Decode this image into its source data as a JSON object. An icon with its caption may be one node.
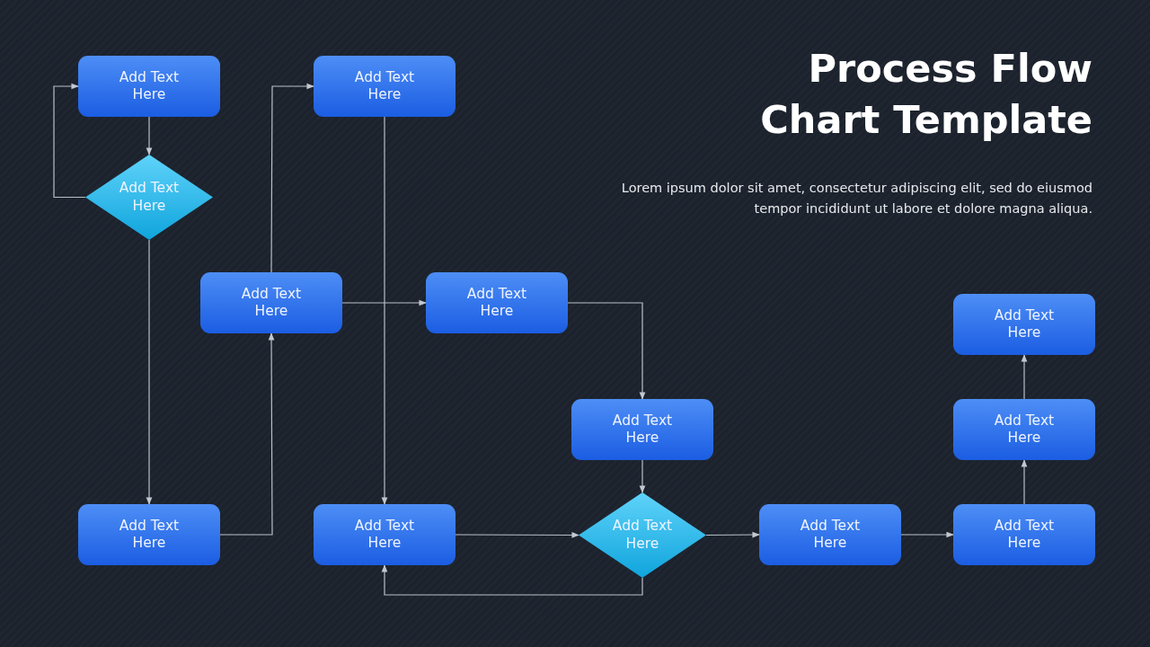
{
  "diagram": {
    "title": "Process Flow Chart Template",
    "nodes": [
      {
        "text": [
          "Add Text Here"
        ]
      },
      {
        "text": [
          "Add Text Here"
        ]
      },
      {
        "text": [
          "Add Text Here"
        ]
      },
      {
        "text": [
          "Add Text Here"
        ]
      },
      {
        "text": [
          "Add Text Here"
        ]
      },
      {
        "text": [
          "Add Text Here"
        ]
      },
      {
        "text": [
          "Add Text Here"
        ]
      },
      {
        "text": [
          "Add Text Here"
        ]
      },
      {
        "text": [
          "Add Text Here"
        ]
      },
      {
        "text": [
          "Add Text Here"
        ]
      },
      {
        "text": [
          "Add Text Here"
        ]
      },
      {
        "text": [
          "Add Text Here"
        ]
      },
      {
        "text": [
          "Add Text Here"
        ]
      }
    ],
    "edges": [
      {
        "from": 0,
        "to": 2,
        "arrow": "to"
      },
      {
        "from": 2,
        "to": 0,
        "arrow": "to"
      },
      {
        "from": 2,
        "to": 8,
        "arrow": "to"
      },
      {
        "from": 8,
        "to": 3,
        "arrow": "to"
      },
      {
        "from": 3,
        "to": 1,
        "arrow": "to"
      },
      {
        "from": 1,
        "to": 9,
        "arrow": "to"
      },
      {
        "from": 3,
        "to": 4,
        "arrow": "to"
      },
      {
        "from": 4,
        "to": 6,
        "arrow": "to"
      },
      {
        "from": 6,
        "to": 10,
        "arrow": "to"
      },
      {
        "from": 9,
        "to": 10,
        "arrow": "to"
      },
      {
        "from": 10,
        "to": 9,
        "arrow": "to"
      },
      {
        "from": 10,
        "to": 11,
        "arrow": "to"
      },
      {
        "from": 11,
        "to": 12,
        "arrow": "to"
      },
      {
        "from": 12,
        "to": 7,
        "arrow": "to"
      },
      {
        "from": 7,
        "to": 5,
        "arrow": "to"
      }
    ],
    "labels": [
      "Lorem ipsum dolor sit amet, consectetur adipiscing elit, sed do eiusmod tempor incididunt ut labore et dolore magna aliqua."
    ]
  }
}
